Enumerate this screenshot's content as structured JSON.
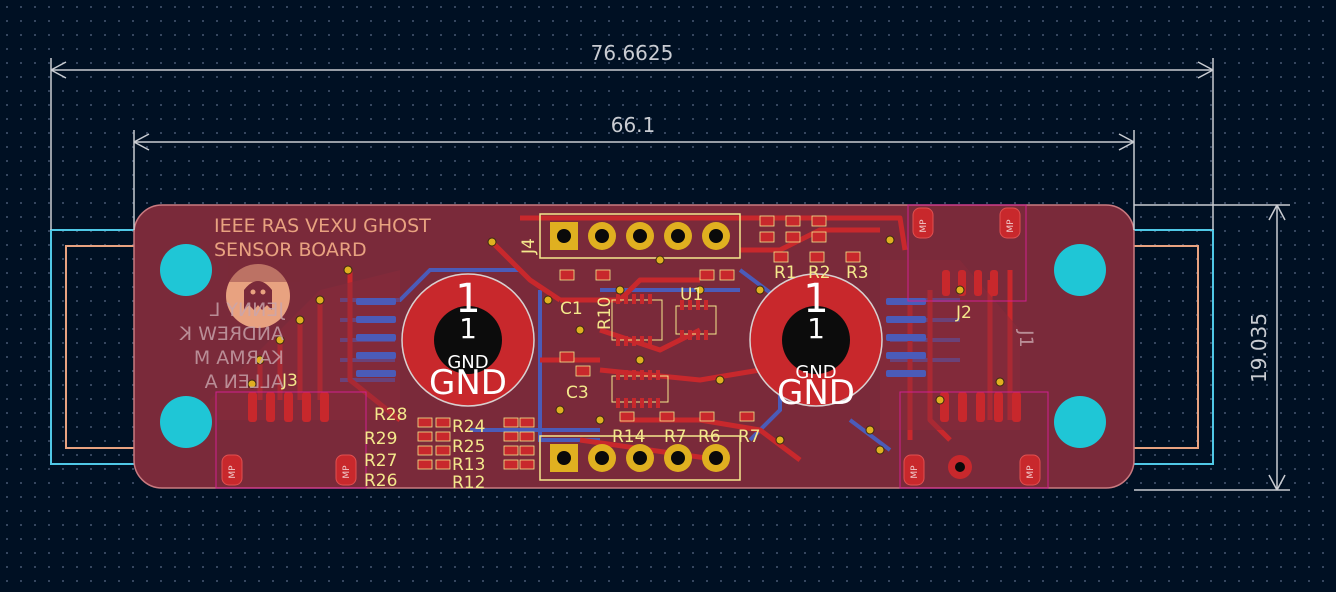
{
  "board": {
    "title_line1": "IEEE RAS VEXU GHOST",
    "title_line2": "SENSOR BOARD",
    "names": [
      "JENNY L",
      "ANDREW K",
      "KARMA M",
      "ALLEN A"
    ]
  },
  "dimensions": {
    "overall_width": "76.6625",
    "inner_width": "66.1",
    "height": "19.035"
  },
  "mounting_pads": [
    {
      "number": "1",
      "net": "GND"
    },
    {
      "number": "1",
      "net": "GND"
    }
  ],
  "components": {
    "resistors_top": [
      "R1",
      "R2",
      "R3"
    ],
    "resistors_left": [
      "R28",
      "R29",
      "R27",
      "R26"
    ],
    "resistors_center": [
      "R24",
      "R25",
      "R13",
      "R12"
    ],
    "resistors_bottom": [
      "R14",
      "R7",
      "R6",
      "R7"
    ],
    "connectors": [
      "J4",
      "J2",
      "J1",
      "J3"
    ],
    "misc": [
      "C1",
      "R10",
      "U1",
      "C3"
    ]
  },
  "pad_label": "MP",
  "colors": {
    "background": "#001023",
    "board": "#7a2a3a",
    "copper_top": "#c8282c",
    "copper_bottom": "#4b5bb8",
    "silkscreen": "#f4e88c",
    "plated_hole": "#1fc6d6",
    "outline": "#50c8e6",
    "dimension": "#c9ccd2"
  }
}
